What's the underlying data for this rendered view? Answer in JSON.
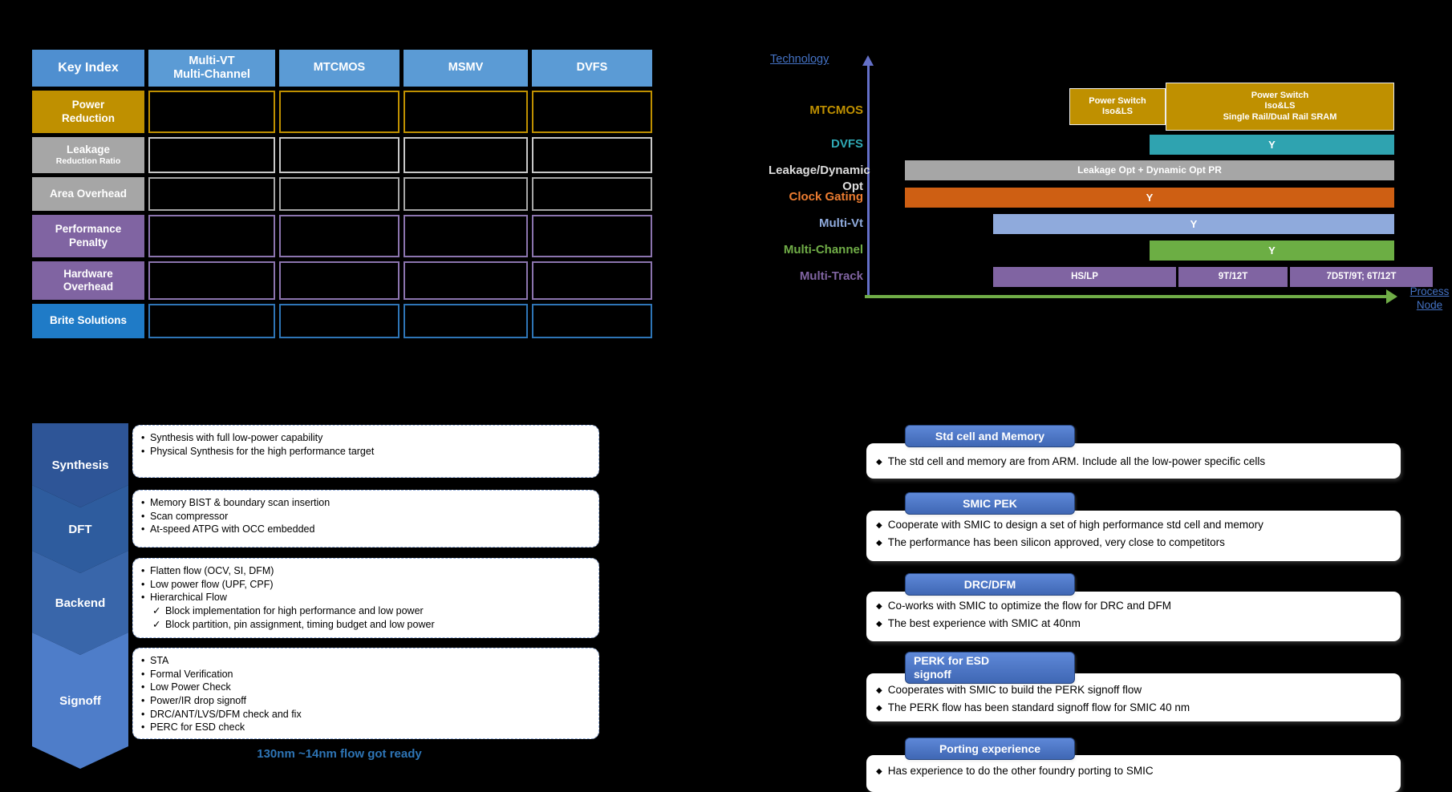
{
  "table": {
    "corner": "Key Index",
    "columns": [
      "Multi-VT\nMulti-Channel",
      "MTCMOS",
      "MSMV",
      "DVFS"
    ],
    "rows": [
      {
        "label": "Power\nReduction",
        "color": "#BF9000",
        "border": "#BF9000"
      },
      {
        "label": "Leakage",
        "sublabel": "Reduction Ratio",
        "color": "#A6A6A6",
        "border": "#C8C8C8"
      },
      {
        "label": "Area Overhead",
        "color": "#A6A6A6",
        "border": "#A6A6A6"
      },
      {
        "label": "Performance\nPenalty",
        "color": "#8064A2",
        "border": "#8B74AE"
      },
      {
        "label": "Hardware\nOverhead",
        "color": "#8064A2",
        "border": "#8B74AE"
      },
      {
        "label": "Brite Solutions",
        "color": "#1F7BC7",
        "border": "#2E75B6"
      }
    ]
  },
  "roadmap": {
    "y_axis": "Technology",
    "x_axis": "Process Node",
    "link_color": "#4472C4",
    "rows": [
      {
        "label": "MTCMOS",
        "color": "#BF9000"
      },
      {
        "label": "DVFS",
        "color": "#2FA8B4"
      },
      {
        "label": "Leakage/Dynamic Opt",
        "color": "#DDDDDD"
      },
      {
        "label": "Clock Gating",
        "color": "#ED7D31"
      },
      {
        "label": "Multi-Vt",
        "color": "#8FAADC"
      },
      {
        "label": "Multi-Channel",
        "color": "#70AD47"
      },
      {
        "label": "Multi-Track",
        "color": "#8064A2"
      }
    ],
    "bars": {
      "mtcmos_1": {
        "text": "Power Switch\nIso&LS",
        "color": "#BF9000"
      },
      "mtcmos_2": {
        "text": "Power Switch\nIso&LS\nSingle Rail/Dual Rail SRAM",
        "color": "#BF9000"
      },
      "dvfs": {
        "text": "Y",
        "color": "#2FA3B0"
      },
      "leakage": {
        "text": "Leakage Opt + Dynamic Opt PR",
        "color": "#A6A6A6"
      },
      "clock_gating": {
        "text": "Y",
        "color": "#CE5F13"
      },
      "multi_vt": {
        "text": "Y",
        "color": "#8FAADC"
      },
      "multi_channel": {
        "text": "Y",
        "color": "#6CAE44"
      },
      "multi_track_1": {
        "text": "HS/LP",
        "color": "#8064A2"
      },
      "multi_track_2": {
        "text": "9T/12T",
        "color": "#8064A2"
      },
      "multi_track_3": {
        "text": "7D5T/9T;  6T/12T",
        "color": "#8064A2"
      }
    }
  },
  "flow": {
    "steps": [
      {
        "label": "Synthesis",
        "color": "#2E5597",
        "lines": [
          {
            "marker": "•",
            "text": "Synthesis with full low-power capability"
          },
          {
            "marker": "•",
            "text": "Physical Synthesis for the high performance target"
          }
        ]
      },
      {
        "label": "DFT",
        "color": "#2E5C9E",
        "lines": [
          {
            "marker": "•",
            "text": "Memory BIST & boundary scan insertion"
          },
          {
            "marker": "•",
            "text": "Scan compressor"
          },
          {
            "marker": "•",
            "text": "At-speed ATPG with OCC embedded"
          }
        ]
      },
      {
        "label": "Backend",
        "color": "#3966AA",
        "lines": [
          {
            "marker": "•",
            "text": "Flatten flow (OCV, SI, DFM)"
          },
          {
            "marker": "•",
            "text": "Low power flow (UPF, CPF)"
          },
          {
            "marker": "•",
            "text": "Hierarchical Flow"
          },
          {
            "marker": "✓",
            "text": "Block implementation for high performance and low power"
          },
          {
            "marker": "✓",
            "text": "Block partition, pin assignment, timing budget and low power"
          }
        ]
      },
      {
        "label": "Signoff",
        "color": "#4E7DC9",
        "lines": [
          {
            "marker": "•",
            "text": "STA"
          },
          {
            "marker": "•",
            "text": "Formal Verification"
          },
          {
            "marker": "•",
            "text": "Low Power Check"
          },
          {
            "marker": "•",
            "text": "Power/IR drop signoff"
          },
          {
            "marker": "•",
            "text": "DRC/ANT/LVS/DFM check and fix"
          },
          {
            "marker": "•",
            "text": "PERC for ESD check"
          }
        ]
      }
    ],
    "footer": "130nm ~14nm flow got ready",
    "footer_color": "#2E75B6"
  },
  "cards": {
    "bullet_char": "◆",
    "sections": [
      {
        "title": "Std cell and Memory",
        "bullets": [
          "The std cell and memory are from ARM. Include all the low-power specific cells"
        ]
      },
      {
        "title": "SMIC PEK",
        "bullets": [
          "Cooperate with SMIC to design a set of high performance std cell and memory",
          "The performance has been silicon approved, very close to competitors"
        ]
      },
      {
        "title": "DRC/DFM",
        "bullets": [
          "Co-works with SMIC to optimize the flow for DRC and DFM",
          "The best experience with SMIC at 40nm"
        ]
      },
      {
        "title": "PERK for ESD\nsignoff",
        "bullets": [
          "Cooperates with SMIC to build the PERK signoff flow",
          "The PERK flow has been standard signoff flow for SMIC 40 nm"
        ]
      },
      {
        "title": "Porting experience",
        "bullets": [
          "Has experience to do the other foundry porting to SMIC"
        ]
      }
    ]
  }
}
